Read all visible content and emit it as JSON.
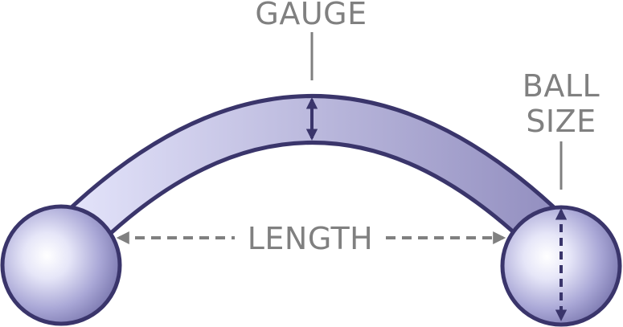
{
  "labels": {
    "gauge": "GAUGE",
    "ball_size_line1": "BALL",
    "ball_size_line2": "SIZE",
    "length": "LENGTH"
  },
  "colors": {
    "outline": "#3a356b",
    "bar_light": "#dcdcf7",
    "bar_dark": "#9895c4",
    "ball_highlight": "#ffffff",
    "ball_mid": "#c4c3ea",
    "ball_dark": "#7b78ad",
    "label_gray": "#808080",
    "arrow_gray": "#808080",
    "arrow_dark": "#3a356b"
  }
}
